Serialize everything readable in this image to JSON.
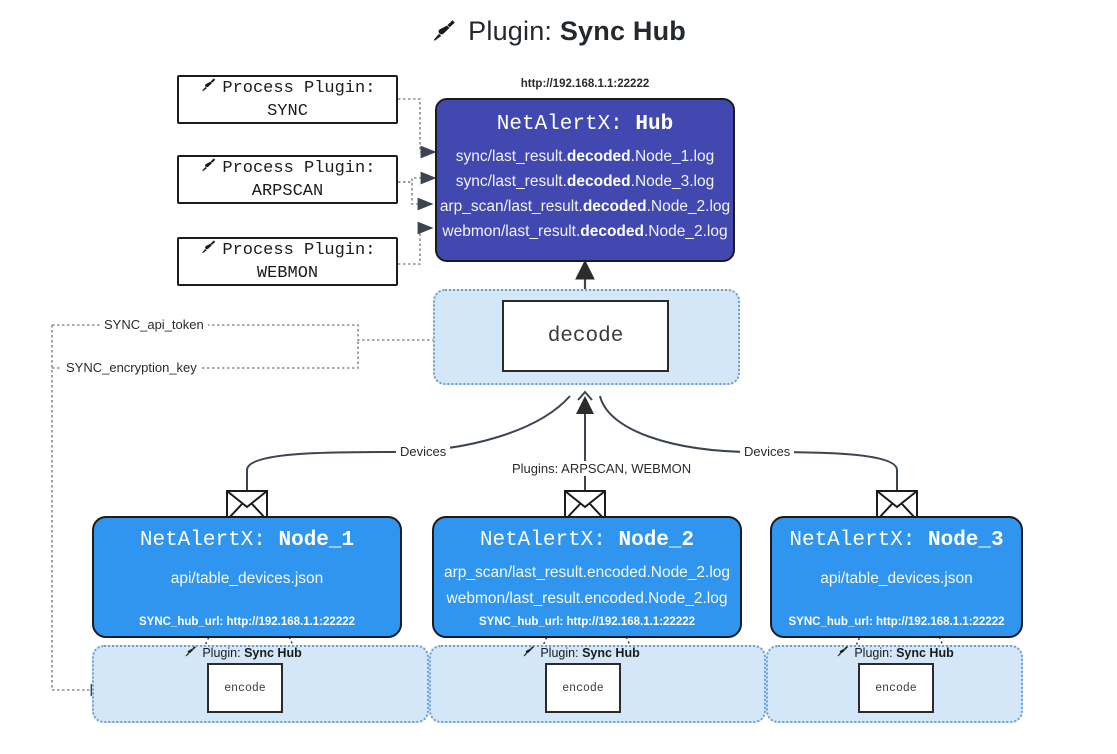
{
  "title": {
    "icon": "plug-icon",
    "prefix": "Plugin:",
    "name": "Sync Hub"
  },
  "process_plugins": [
    {
      "icon": "plug-icon",
      "line1": "Process Plugin:",
      "line2": "SYNC"
    },
    {
      "icon": "plug-icon",
      "line1": "Process Plugin:",
      "line2": "ARPSCAN"
    },
    {
      "icon": "plug-icon",
      "line1": "Process Plugin:",
      "line2": "WEBMON"
    }
  ],
  "hub": {
    "url": "http://192.168.1.1:22222",
    "title_prefix": "NetAlertX:",
    "title_name": "Hub",
    "loglines": [
      {
        "pre": "sync/last_result.",
        "mid": "decoded",
        "post": ".Node_1.log"
      },
      {
        "pre": "sync/last_result.",
        "mid": "decoded",
        "post": ".Node_3.log"
      },
      {
        "pre": "arp_scan/last_result.",
        "mid": "decoded",
        "post": ".Node_2.log"
      },
      {
        "pre": "webmon/last_result.",
        "mid": "decoded",
        "post": ".Node_2.log"
      }
    ]
  },
  "decode": {
    "label": "decode"
  },
  "settings": {
    "api_token": "SYNC_api_token",
    "encryption_key": "SYNC_encryption_key"
  },
  "edge_labels": {
    "devices_left": "Devices",
    "devices_right": "Devices",
    "plugins_center": "Plugins: ARPSCAN, WEBMON"
  },
  "nodes": [
    {
      "title_prefix": "NetAlertX:",
      "title_name": "Node_1",
      "lines": [
        "api/table_devices.json"
      ],
      "hub_url_label": "SYNC_hub_url: http://192.168.1.1:22222",
      "envelope_icon": "envelope-icon"
    },
    {
      "title_prefix": "NetAlertX:",
      "title_name": "Node_2",
      "lines": [
        "arp_scan/last_result.encoded.Node_2.log",
        "webmon/last_result.encoded.Node_2.log"
      ],
      "hub_url_label": "SYNC_hub_url: http://192.168.1.1:22222",
      "envelope_icon": "envelope-icon"
    },
    {
      "title_prefix": "NetAlertX:",
      "title_name": "Node_3",
      "lines": [
        "api/table_devices.json"
      ],
      "hub_url_label": "SYNC_hub_url: http://192.168.1.1:22222",
      "envelope_icon": "envelope-icon"
    }
  ],
  "encode_strips": [
    {
      "plugin_prefix": "Plugin:",
      "plugin_name": "Sync Hub",
      "box_label": "encode",
      "icon": "plug-icon"
    },
    {
      "plugin_prefix": "Plugin:",
      "plugin_name": "Sync Hub",
      "box_label": "encode",
      "icon": "plug-icon"
    },
    {
      "plugin_prefix": "Plugin:",
      "plugin_name": "Sync Hub",
      "box_label": "encode",
      "icon": "plug-icon"
    }
  ],
  "colors": {
    "hub_fill": "#4149b0",
    "node_fill": "#2f95ef",
    "container_fill": "#d4e7f8",
    "stroke": "#1b1b1b"
  }
}
